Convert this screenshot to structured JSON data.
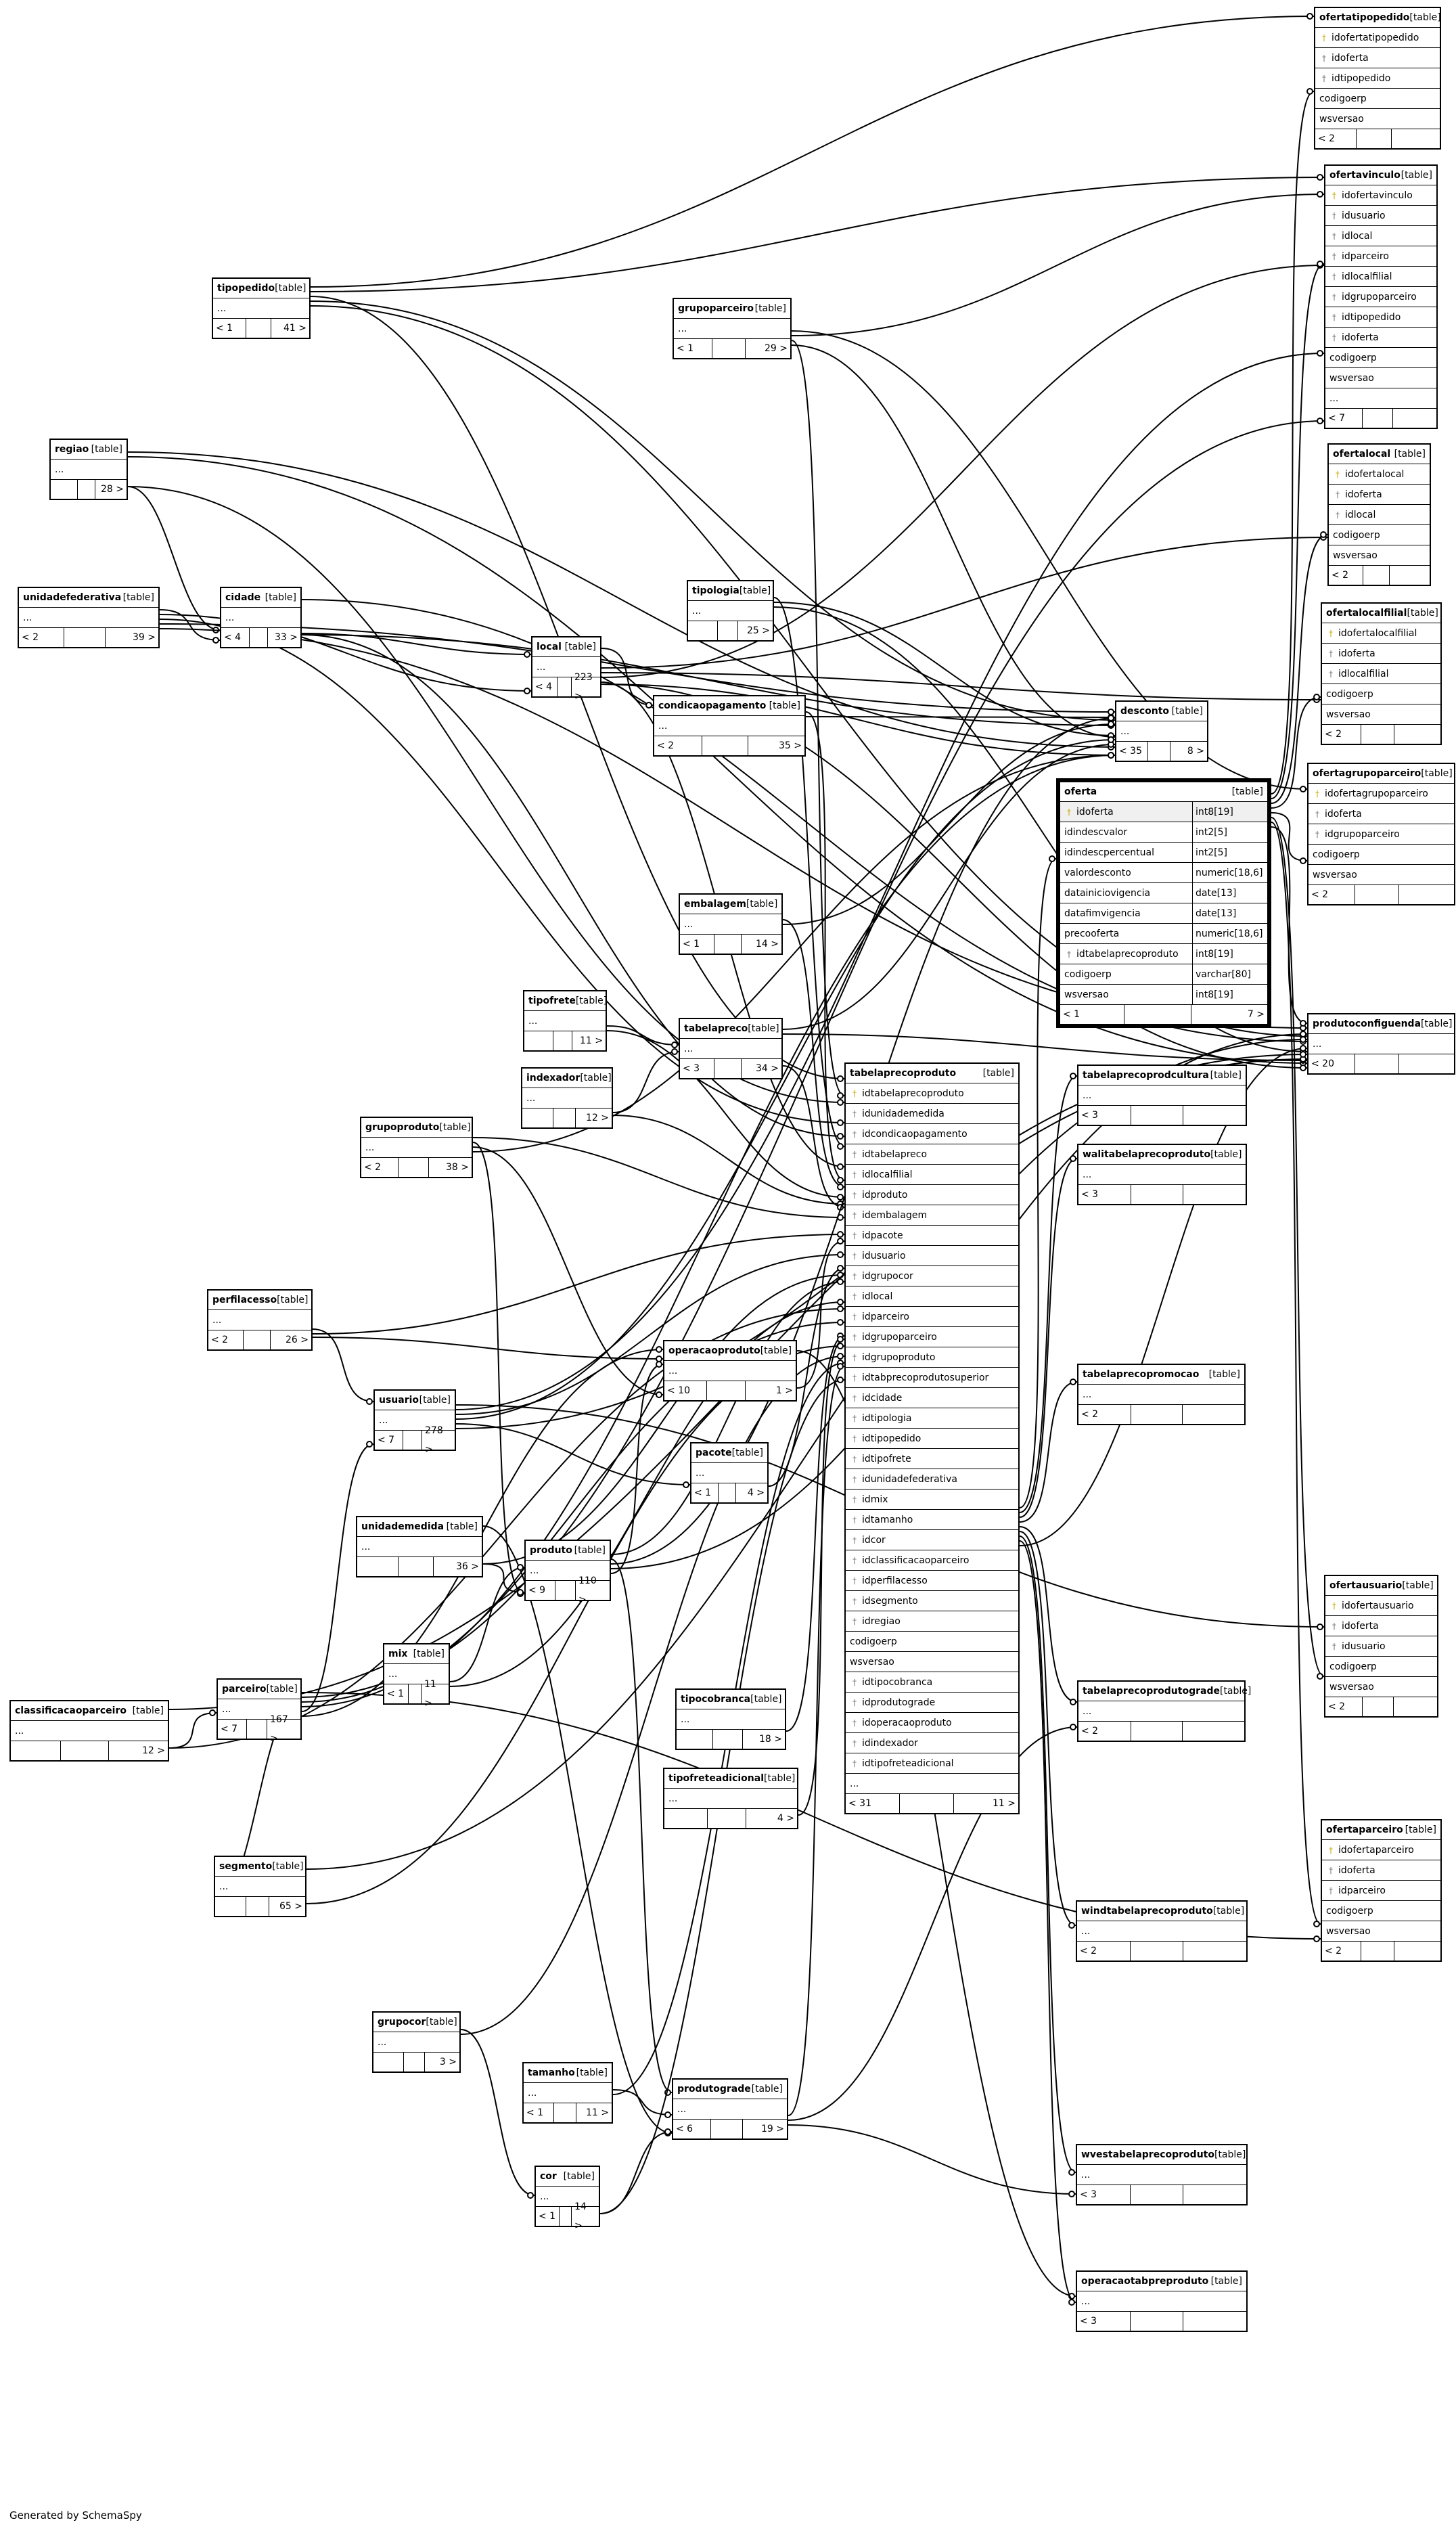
{
  "footer_note": "Generated by SchemaSpy",
  "tables": [
    {
      "id": "ofertatipopedido",
      "name": "ofertatipopedido",
      "tag": "[table]",
      "cols": [
        {
          "n": "idofertatipopedido",
          "k": "pk"
        },
        {
          "n": "idoferta",
          "k": "fk"
        },
        {
          "n": "idtipopedido",
          "k": "fk"
        },
        {
          "n": "codigoerp",
          "k": ""
        },
        {
          "n": "wsversao",
          "k": ""
        }
      ],
      "footer": [
        "< 2",
        "",
        ""
      ]
    },
    {
      "id": "ofertavinculo",
      "name": "ofertavinculo",
      "tag": "[table]",
      "cols": [
        {
          "n": "idofertavinculo",
          "k": "pk"
        },
        {
          "n": "idusuario",
          "k": "fk"
        },
        {
          "n": "idlocal",
          "k": "fk"
        },
        {
          "n": "idparceiro",
          "k": "fk"
        },
        {
          "n": "idlocalfilial",
          "k": "fk"
        },
        {
          "n": "idgrupoparceiro",
          "k": "fk"
        },
        {
          "n": "idtipopedido",
          "k": "fk"
        },
        {
          "n": "idoferta",
          "k": "fk"
        },
        {
          "n": "codigoerp",
          "k": ""
        },
        {
          "n": "wsversao",
          "k": ""
        },
        {
          "n": "...",
          "k": ""
        }
      ],
      "footer": [
        "< 7",
        "",
        ""
      ]
    },
    {
      "id": "ofertalocal",
      "name": "ofertalocal",
      "tag": "[table]",
      "cols": [
        {
          "n": "idofertalocal",
          "k": "pk"
        },
        {
          "n": "idoferta",
          "k": "fk"
        },
        {
          "n": "idlocal",
          "k": "fk"
        },
        {
          "n": "codigoerp",
          "k": ""
        },
        {
          "n": "wsversao",
          "k": ""
        }
      ],
      "footer": [
        "< 2",
        "",
        ""
      ]
    },
    {
      "id": "ofertalocalfilial",
      "name": "ofertalocalfilial",
      "tag": "[table]",
      "cols": [
        {
          "n": "idofertalocalfilial",
          "k": "pk"
        },
        {
          "n": "idoferta",
          "k": "fk"
        },
        {
          "n": "idlocalfilial",
          "k": "fk"
        },
        {
          "n": "codigoerp",
          "k": ""
        },
        {
          "n": "wsversao",
          "k": ""
        }
      ],
      "footer": [
        "< 2",
        "",
        ""
      ]
    },
    {
      "id": "ofertagrupoparceiro",
      "name": "ofertagrupoparceiro",
      "tag": "[table]",
      "cols": [
        {
          "n": "idofertagrupoparceiro",
          "k": "pk"
        },
        {
          "n": "idoferta",
          "k": "fk"
        },
        {
          "n": "idgrupoparceiro",
          "k": "fk"
        },
        {
          "n": "codigoerp",
          "k": ""
        },
        {
          "n": "wsversao",
          "k": ""
        }
      ],
      "footer": [
        "< 2",
        "",
        ""
      ]
    },
    {
      "id": "produtoconfiguenda",
      "name": "produtoconfiguenda",
      "tag": "[table]",
      "cols": [
        {
          "n": "...",
          "k": ""
        }
      ],
      "footer": [
        "< 20",
        "",
        ""
      ]
    },
    {
      "id": "ofertausuario",
      "name": "ofertausuario",
      "tag": "[table]",
      "cols": [
        {
          "n": "idofertausuario",
          "k": "pk"
        },
        {
          "n": "idoferta",
          "k": "fk"
        },
        {
          "n": "idusuario",
          "k": "fk"
        },
        {
          "n": "codigoerp",
          "k": ""
        },
        {
          "n": "wsversao",
          "k": ""
        }
      ],
      "footer": [
        "< 2",
        "",
        ""
      ]
    },
    {
      "id": "ofertaparceiro",
      "name": "ofertaparceiro",
      "tag": "[table]",
      "cols": [
        {
          "n": "idofertaparceiro",
          "k": "pk"
        },
        {
          "n": "idoferta",
          "k": "fk"
        },
        {
          "n": "idparceiro",
          "k": "fk"
        },
        {
          "n": "codigoerp",
          "k": ""
        },
        {
          "n": "wsversao",
          "k": ""
        }
      ],
      "footer": [
        "< 2",
        "",
        ""
      ]
    },
    {
      "id": "tipopedido",
      "name": "tipopedido",
      "tag": "[table]",
      "cols": [
        {
          "n": "...",
          "k": ""
        }
      ],
      "footer": [
        "< 1",
        "",
        "41 >"
      ]
    },
    {
      "id": "grupoparceiro",
      "name": "grupoparceiro",
      "tag": "[table]",
      "cols": [
        {
          "n": "...",
          "k": ""
        }
      ],
      "footer": [
        "< 1",
        "",
        "29 >"
      ]
    },
    {
      "id": "regiao",
      "name": "regiao",
      "tag": "[table]",
      "cols": [
        {
          "n": "...",
          "k": ""
        }
      ],
      "footer": [
        "",
        "",
        "28 >"
      ]
    },
    {
      "id": "unidadefederativa",
      "name": "unidadefederativa",
      "tag": "[table]",
      "cols": [
        {
          "n": "...",
          "k": ""
        }
      ],
      "footer": [
        "< 2",
        "",
        "39 >"
      ]
    },
    {
      "id": "cidade",
      "name": "cidade",
      "tag": "[table]",
      "cols": [
        {
          "n": "...",
          "k": ""
        }
      ],
      "footer": [
        "< 4",
        "",
        "33 >"
      ]
    },
    {
      "id": "tipologia",
      "name": "tipologia",
      "tag": "[table]",
      "cols": [
        {
          "n": "...",
          "k": ""
        }
      ],
      "footer": [
        "",
        "",
        "25 >"
      ]
    },
    {
      "id": "local",
      "name": "local",
      "tag": "[table]",
      "cols": [
        {
          "n": "...",
          "k": ""
        }
      ],
      "footer": [
        "< 4",
        "",
        "223 >"
      ]
    },
    {
      "id": "condicaopagamento",
      "name": "condicaopagamento",
      "tag": "[table]",
      "cols": [
        {
          "n": "...",
          "k": ""
        }
      ],
      "footer": [
        "< 2",
        "",
        "35 >"
      ]
    },
    {
      "id": "desconto",
      "name": "desconto",
      "tag": "[table]",
      "cols": [
        {
          "n": "...",
          "k": ""
        }
      ],
      "footer": [
        "< 35",
        "",
        "8 >"
      ]
    },
    {
      "id": "embalagem",
      "name": "embalagem",
      "tag": "[table]",
      "cols": [
        {
          "n": "...",
          "k": ""
        }
      ],
      "footer": [
        "< 1",
        "",
        "14 >"
      ]
    },
    {
      "id": "tipofrete",
      "name": "tipofrete",
      "tag": "[table]",
      "cols": [
        {
          "n": "...",
          "k": ""
        }
      ],
      "footer": [
        "",
        "",
        "11 >"
      ]
    },
    {
      "id": "tabelapreco",
      "name": "tabelapreco",
      "tag": "[table]",
      "cols": [
        {
          "n": "...",
          "k": ""
        }
      ],
      "footer": [
        "< 3",
        "",
        "34 >"
      ]
    },
    {
      "id": "indexador",
      "name": "indexador",
      "tag": "[table]",
      "cols": [
        {
          "n": "...",
          "k": ""
        }
      ],
      "footer": [
        "",
        "",
        "12 >"
      ]
    },
    {
      "id": "grupoproduto",
      "name": "grupoproduto",
      "tag": "[table]",
      "cols": [
        {
          "n": "...",
          "k": ""
        }
      ],
      "footer": [
        "< 2",
        "",
        "38 >"
      ]
    },
    {
      "id": "perfilacesso",
      "name": "perfilacesso",
      "tag": "[table]",
      "cols": [
        {
          "n": "...",
          "k": ""
        }
      ],
      "footer": [
        "< 2",
        "",
        "26 >"
      ]
    },
    {
      "id": "operacaoproduto",
      "name": "operacaoproduto",
      "tag": "[table]",
      "cols": [
        {
          "n": "...",
          "k": ""
        }
      ],
      "footer": [
        "< 10",
        "",
        "1 >"
      ]
    },
    {
      "id": "usuario",
      "name": "usuario",
      "tag": "[table]",
      "cols": [
        {
          "n": "...",
          "k": ""
        }
      ],
      "footer": [
        "< 7",
        "",
        "278 >"
      ]
    },
    {
      "id": "pacote",
      "name": "pacote",
      "tag": "[table]",
      "cols": [
        {
          "n": "...",
          "k": ""
        }
      ],
      "footer": [
        "< 1",
        "",
        "4 >"
      ]
    },
    {
      "id": "unidademedida",
      "name": "unidademedida",
      "tag": "[table]",
      "cols": [
        {
          "n": "...",
          "k": ""
        }
      ],
      "footer": [
        "",
        "",
        "36 >"
      ]
    },
    {
      "id": "produto",
      "name": "produto",
      "tag": "[table]",
      "cols": [
        {
          "n": "...",
          "k": ""
        }
      ],
      "footer": [
        "< 9",
        "",
        "110 >"
      ]
    },
    {
      "id": "mix",
      "name": "mix",
      "tag": "[table]",
      "cols": [
        {
          "n": "...",
          "k": ""
        }
      ],
      "footer": [
        "< 1",
        "",
        "11 >"
      ]
    },
    {
      "id": "classificacaoparceiro",
      "name": "classificacaoparceiro",
      "tag": "[table]",
      "cols": [
        {
          "n": "...",
          "k": ""
        }
      ],
      "footer": [
        "",
        "",
        "12 >"
      ]
    },
    {
      "id": "parceiro",
      "name": "parceiro",
      "tag": "[table]",
      "cols": [
        {
          "n": "...",
          "k": ""
        }
      ],
      "footer": [
        "< 7",
        "",
        "167 >"
      ]
    },
    {
      "id": "tipocobranca",
      "name": "tipocobranca",
      "tag": "[table]",
      "cols": [
        {
          "n": "...",
          "k": ""
        }
      ],
      "footer": [
        "",
        "",
        "18 >"
      ]
    },
    {
      "id": "tipofreteadicional",
      "name": "tipofreteadicional",
      "tag": "[table]",
      "cols": [
        {
          "n": "...",
          "k": ""
        }
      ],
      "footer": [
        "",
        "",
        "4 >"
      ]
    },
    {
      "id": "segmento",
      "name": "segmento",
      "tag": "[table]",
      "cols": [
        {
          "n": "...",
          "k": ""
        }
      ],
      "footer": [
        "",
        "",
        "65 >"
      ]
    },
    {
      "id": "grupocor",
      "name": "grupocor",
      "tag": "[table]",
      "cols": [
        {
          "n": "...",
          "k": ""
        }
      ],
      "footer": [
        "",
        "",
        "3 >"
      ]
    },
    {
      "id": "tamanho",
      "name": "tamanho",
      "tag": "[table]",
      "cols": [
        {
          "n": "...",
          "k": ""
        }
      ],
      "footer": [
        "< 1",
        "",
        "11 >"
      ]
    },
    {
      "id": "produtograde",
      "name": "produtograde",
      "tag": "[table]",
      "cols": [
        {
          "n": "...",
          "k": ""
        }
      ],
      "footer": [
        "< 6",
        "",
        "19 >"
      ]
    },
    {
      "id": "cor",
      "name": "cor",
      "tag": "[table]",
      "cols": [
        {
          "n": "...",
          "k": ""
        }
      ],
      "footer": [
        "< 1",
        "",
        "14 >"
      ]
    },
    {
      "id": "tabelaprecoprodcultura",
      "name": "tabelaprecoprodcultura",
      "tag": "[table]",
      "cols": [
        {
          "n": "...",
          "k": ""
        }
      ],
      "footer": [
        "< 3",
        "",
        ""
      ]
    },
    {
      "id": "walitabelaprecoproduto",
      "name": "walitabelaprecoproduto",
      "tag": "[table]",
      "cols": [
        {
          "n": "...",
          "k": ""
        }
      ],
      "footer": [
        "< 3",
        "",
        ""
      ]
    },
    {
      "id": "tabelaprecopromocao",
      "name": "tabelaprecopromocao",
      "tag": "[table]",
      "cols": [
        {
          "n": "...",
          "k": ""
        }
      ],
      "footer": [
        "< 2",
        "",
        ""
      ]
    },
    {
      "id": "tabelaprecoprodutograde",
      "name": "tabelaprecoprodutograde",
      "tag": "[table]",
      "cols": [
        {
          "n": "...",
          "k": ""
        }
      ],
      "footer": [
        "< 2",
        "",
        ""
      ]
    },
    {
      "id": "windtabelaprecoproduto",
      "name": "windtabelaprecoproduto",
      "tag": "[table]",
      "cols": [
        {
          "n": "...",
          "k": ""
        }
      ],
      "footer": [
        "< 2",
        "",
        ""
      ]
    },
    {
      "id": "wvestabelaprecoproduto",
      "name": "wvestabelaprecoproduto",
      "tag": "[table]",
      "cols": [
        {
          "n": "...",
          "k": ""
        }
      ],
      "footer": [
        "< 3",
        "",
        ""
      ]
    },
    {
      "id": "operacaotabpreproduto",
      "name": "operacaotabpreproduto",
      "tag": "[table]",
      "cols": [
        {
          "n": "...",
          "k": ""
        }
      ],
      "footer": [
        "< 3",
        "",
        ""
      ]
    },
    {
      "id": "tabelaprecoproduto",
      "name": "tabelaprecoproduto",
      "tag": "[table]",
      "cols": [
        {
          "n": "idtabelaprecoproduto",
          "k": "pk"
        },
        {
          "n": "idunidademedida",
          "k": "fk"
        },
        {
          "n": "idcondicaopagamento",
          "k": "fk"
        },
        {
          "n": "idtabelapreco",
          "k": "fk"
        },
        {
          "n": "idlocalfilial",
          "k": "fk"
        },
        {
          "n": "idproduto",
          "k": "fk"
        },
        {
          "n": "idembalagem",
          "k": "fk"
        },
        {
          "n": "idpacote",
          "k": "fk"
        },
        {
          "n": "idusuario",
          "k": "fk"
        },
        {
          "n": "idgrupocor",
          "k": "fk"
        },
        {
          "n": "idlocal",
          "k": "fk"
        },
        {
          "n": "idparceiro",
          "k": "fk"
        },
        {
          "n": "idgrupoparceiro",
          "k": "fk"
        },
        {
          "n": "idgrupoproduto",
          "k": "fk"
        },
        {
          "n": "idtabprecoprodutosuperior",
          "k": "fk"
        },
        {
          "n": "idcidade",
          "k": "fk"
        },
        {
          "n": "idtipologia",
          "k": "fk"
        },
        {
          "n": "idtipopedido",
          "k": "fk"
        },
        {
          "n": "idtipofrete",
          "k": "fk"
        },
        {
          "n": "idunidadefederativa",
          "k": "fk"
        },
        {
          "n": "idmix",
          "k": "fk"
        },
        {
          "n": "idtamanho",
          "k": "fk"
        },
        {
          "n": "idcor",
          "k": "fk"
        },
        {
          "n": "idclassificacaoparceiro",
          "k": "fk"
        },
        {
          "n": "idperfilacesso",
          "k": "fk"
        },
        {
          "n": "idsegmento",
          "k": "fk"
        },
        {
          "n": "idregiao",
          "k": "fk"
        },
        {
          "n": "codigoerp",
          "k": ""
        },
        {
          "n": "wsversao",
          "k": ""
        },
        {
          "n": "idtipocobranca",
          "k": "fk"
        },
        {
          "n": "idprodutograde",
          "k": "fk"
        },
        {
          "n": "idoperacaoproduto",
          "k": "fk"
        },
        {
          "n": "idindexador",
          "k": "fk"
        },
        {
          "n": "idtipofreteadicional",
          "k": "fk"
        },
        {
          "n": "...",
          "k": ""
        }
      ],
      "footer": [
        "< 31",
        "",
        "11 >"
      ]
    },
    {
      "id": "oferta",
      "name": "oferta",
      "tag": "[table]",
      "bold": true,
      "cols": [
        {
          "n": "idoferta",
          "k": "pk",
          "t": "int8[19]"
        },
        {
          "n": "idindescvalor",
          "k": "",
          "t": "int2[5]"
        },
        {
          "n": "idindescpercentual",
          "k": "",
          "t": "int2[5]"
        },
        {
          "n": "valordesconto",
          "k": "",
          "t": "numeric[18,6]"
        },
        {
          "n": "datainiciovigencia",
          "k": "",
          "t": "date[13]"
        },
        {
          "n": "datafimvigencia",
          "k": "",
          "t": "date[13]"
        },
        {
          "n": "precooferta",
          "k": "",
          "t": "numeric[18,6]"
        },
        {
          "n": "idtabelaprecoproduto",
          "k": "fk",
          "t": "int8[19]"
        },
        {
          "n": "codigoerp",
          "k": "",
          "t": "varchar[80]"
        },
        {
          "n": "wsversao",
          "k": "",
          "t": "int8[19]"
        }
      ],
      "footer": [
        "< 1",
        "",
        "7 >"
      ]
    }
  ]
}
